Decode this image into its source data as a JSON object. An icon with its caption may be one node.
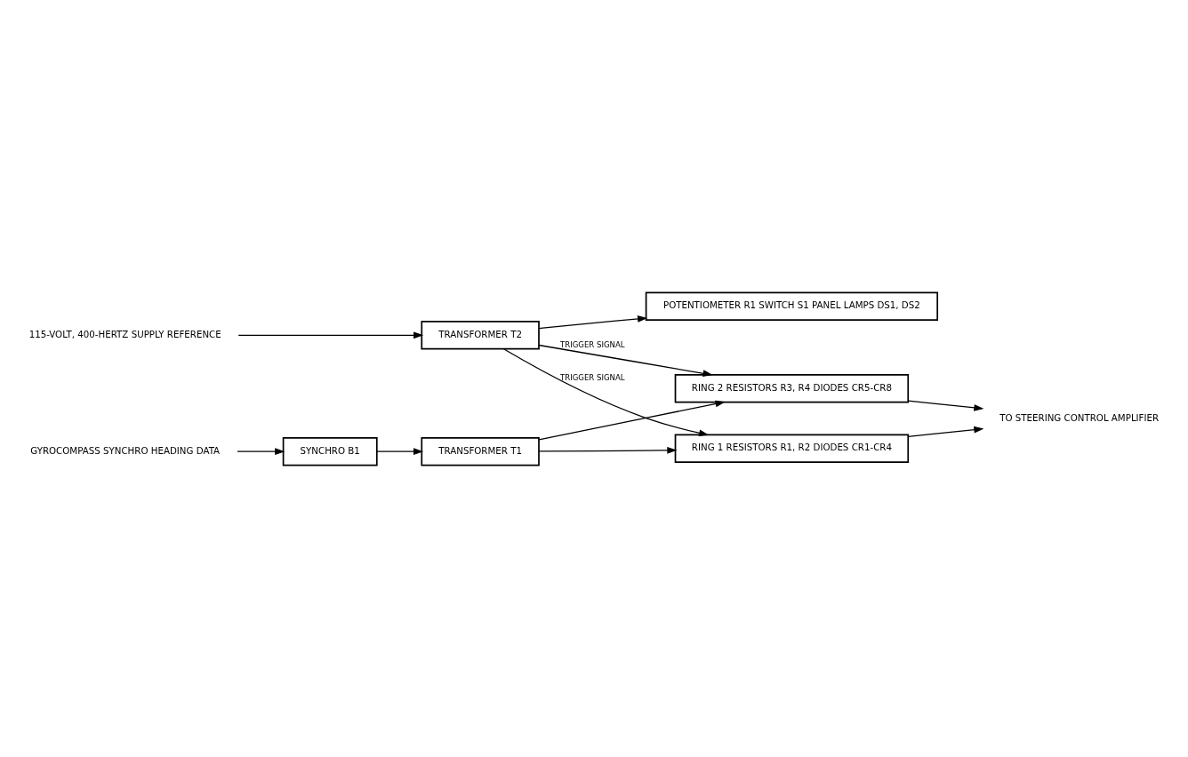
{
  "diagram": {
    "nodes": [
      {
        "text": [
          "GYROCOMPASS SYNCHRO HEADING DATA"
        ]
      },
      {
        "text": [
          "SYNCHRO B1"
        ]
      },
      {
        "text": [
          "115-VOLT, 400-HERTZ SUPPLY REFERENCE"
        ]
      },
      {
        "text": [
          "TRANSFORMER T2"
        ]
      },
      {
        "text": [
          "POTENTIOMETER R1 SWITCH S1 PANEL LAMPS DS1, DS2"
        ]
      },
      {
        "text": [
          "RING 1 RESISTORS R1, R2 DIODES CR1-CR4"
        ]
      },
      {
        "text": [
          "TRANSFORMER T1"
        ]
      },
      {
        "text": [
          "RING 2 RESISTORS R3, R4 DIODES CR5-CR8"
        ]
      },
      {
        "text": [
          "TO STEERING CONTROL AMPLIFIER"
        ]
      }
    ],
    "edges": [
      {
        "from": 0,
        "to": 1,
        "arrow": "to"
      },
      {
        "from": 2,
        "to": 3,
        "arrow": "to"
      },
      {
        "from": 3,
        "to": 4,
        "arrow": "to"
      },
      {
        "from": 1,
        "to": 6,
        "arrow": "to"
      },
      {
        "from": 3,
        "to": 5,
        "arrow": "to",
        "label": "TRIGGER SIGNAL"
      },
      {
        "from": 3,
        "to": 7,
        "arrow": "to",
        "label": "TRIGGER SIGNAL"
      },
      {
        "from": 6,
        "to": 5,
        "arrow": "to"
      },
      {
        "from": 6,
        "to": 7,
        "arrow": "to"
      },
      {
        "from": 5,
        "to": 8,
        "arrow": "to"
      },
      {
        "from": 7,
        "to": 8,
        "arrow": "to"
      }
    ]
  }
}
